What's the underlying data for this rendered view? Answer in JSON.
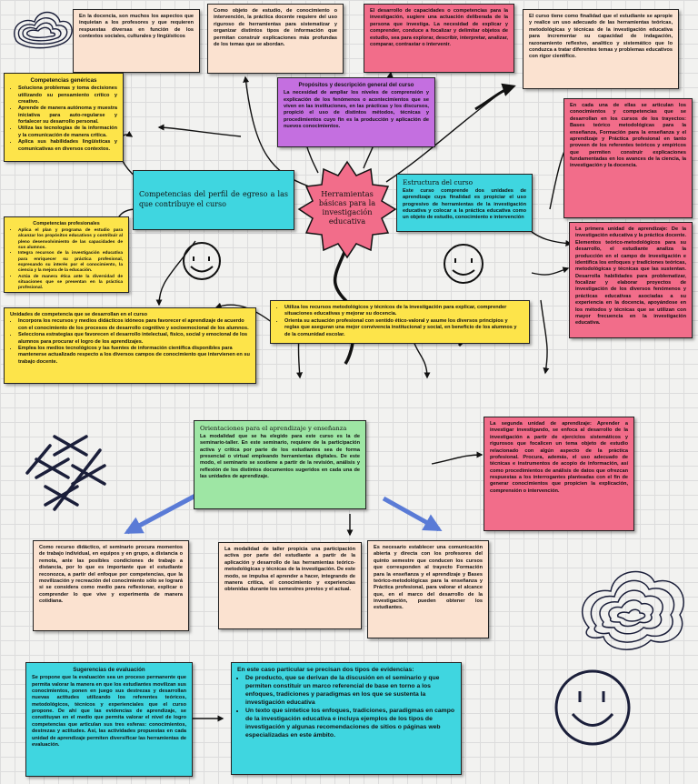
{
  "center_title": "Herramientas básicas para la investigación educativa",
  "boxes": {
    "docencia": "En la docencia, son muchos los aspectos que inquietan a los profesores y que requieren respuestas diversas en función de los contextos sociales, culturales y lingüísticos",
    "objeto_estudio": "Como objeto de estudio, de conocimiento o intervención, la práctica docente requiere del uso riguroso de herramientas para sistematizar y organizar distintos tipos de información que permitan construir explicaciones más profundas de los temas que se abordan.",
    "desarrollo_capacidades": "El desarrollo de capacidades o competencias para la investigación, sugiere una actuación deliberada de la persona que investiga. La necesidad de explicar y comprender, conduce a focalizar y delimitar objetos de estudio, sea para explorar, describir, interpretar, analizar, comparar, contrastar o intervenir.",
    "finalidad_curso": "El curso tiene como finalidad que el estudiante se apropie y realice un uso adecuado de las herramientas teóricas, metodológicas y técnicas de la investigación educativa para incrementar su capacidad de indagación, razonamiento reflexivo, analítico y sistemático que lo conduzca a tratar diferentes temas y problemas educativos con rigor científico.",
    "propositos_title": "Propósitos y descripción general del curso",
    "propositos_text": "La necesidad de ampliar los niveles de comprensión y explicación de los fenómenos o acontecimientos que se viven en las instituciones, en las prácticas y los discursos, propició el uso de distintos métodos, técnicas y procedimientos cuyo fin es la producción y aplicación de nuevos conocimientos.",
    "genericas_title": "Competencias genéricas",
    "genericas_items": [
      "Soluciona problemas y toma decisiones utilizando su pensamiento crítico y creativo.",
      "Aprende de manera autónoma y muestra iniciativa para auto-regularse y fortalecer su desarrollo personal.",
      "Utiliza las tecnologías de la información y la comunicación de manera crítica.",
      "Aplica sus habilidades lingüísticas y comunicativas en diversos contextos."
    ],
    "articulan": "En cada una de ellas se articulan los conocimientos y competencias que se desarrollan en los cursos de los trayectos: Bases teórico metodológicas para la enseñanza, Formación para la enseñanza y el aprendizaje y Práctica profesional en tanto proveen de los referentes teóricos y empíricos que permiten construir explicaciones fundamentadas en los avances de la ciencia, la investigación y la docencia.",
    "perfil_egreso": "Competencias del perfil de egreso a las que contribuye el curso",
    "estructura_title": "Estructura del curso",
    "estructura_text": "Este curso comprende dos unidades de aprendizaje cuya finalidad es propiciar el uso progresivo de herramientas de la investigación educativa y colocar a la práctica educativa como un objeto de estudio, conocimiento e intervención",
    "profesionales_title": "Competencias profesionales",
    "profesionales_items": [
      "Aplica el plan y programa de estudio para alcanzar los propósitos educativos y contribuir al pleno desenvolvimiento de las capacidades de sus alumnos.",
      "Integra recursos de la investigación educativa para enriquecer su práctica profesional, expresando su interés por el conocimiento, la ciencia y la mejora de la educación.",
      "Actúa de manera ética ante la diversidad de situaciones que se presentan en la práctica profesional."
    ],
    "primera_unidad": "La primera unidad de aprendizaje: De la investigación educativa y la práctica docente. Elementos teórico-metodológicos para su desarrollo, el estudiante analiza la producción en el campo de investigación e identifica los enfoques y tradiciones teóricas, metodológicas y técnicas que las sustentan. Desarrolla habilidades para problematizar, focalizar y elaborar proyectos de investigación de los diversos fenómenos y prácticas educativas asociadas a su experiencia en la docencia, apoyándose en los métodos y técnicas que se utilizan con mayor frecuencia en la investigación educativa.",
    "unidades_title": "Unidades de competencia que se desarrollan en el curso",
    "unidades_items": [
      "Incorpora los recursos y medios didácticos idóneos para favorecer el aprendizaje de acuerdo con el conocimiento de los procesos de desarrollo cognitivo y socioemocional de los alumnos.",
      "Selecciona estrategias que favorecen el desarrollo intelectual, físico, social y emocional de los alumnos para procurar el logro de los aprendizajes.",
      "Emplea los medios tecnológicos y las fuentes de información científica disponibles para mantenerse actualizado respecto a los diversos campos de conocimiento que intervienen en su trabajo docente."
    ],
    "utiliza_items": [
      "Utiliza los recursos metodológicos y técnicos de la investigación para explicar, comprender situaciones educativas y mejorar su docencia.",
      "Orienta su actuación profesional con sentido ético-valoral y asume los diversos principios y reglas que aseguran una mejor convivencia institucional y social, en beneficio de los alumnos y de la comunidad escolar."
    ],
    "orientaciones_title": "Orientaciones para el aprendizaje y enseñanza",
    "orientaciones_text": "La modalidad que se ha elegido para este curso es la de seminario-taller. En este seminario, requiere de la participación activa y crítica por parte de los estudiantes sea de forma presencial o virtual empleando herramientas digitales. De este modo, el seminario se sostiene a partir de la revisión, análisis y reflexión de los distintos documentos sugeridos en cada una de las unidades de aprendizaje.",
    "segunda_unidad": "La segunda unidad de aprendizaje: Aprender a investigar investigando, se enfoca al desarrollo de la investigación a partir de ejercicios sistemáticos y rigurosos que focalicen un tema objeto de estudio relacionado con algún aspecto de la práctica profesional. Procura, además, el uso adecuado de técnicas e instrumentos de acopio de información, así como procedimientos de análisis de datos que ofrezcan respuestas a los interrogantes planteadas con el fin de generar conocimientos que propicien la explicación, comprensión o intervención.",
    "recurso_didactico": "Como recurso didáctico, el seminario procura momentos de trabajo individual, en equipos y en grupo, a distancia o remota, ante las posibles condiciones de trabajo a distancia, por lo que es importante que el estudiante reconozca, a partir del enfoque por competencias, que la movilización y recreación del conocimiento sólo se logrará si se considera como medio para reflexionar, explicar o comprender lo que vive y experimenta de manera cotidiana.",
    "modalidad_taller": "La modalidad de taller propicia una participación activa por parte del estudiante a partir de la aplicación y desarrollo de las herramientas teórico-metodológicas y técnicas de la investigación. De este modo, se impulsa el aprender a hacer, integrando de manera crítica, el conocimiento y experiencias obtenidas durante los semestres previos y el actual.",
    "comunicacion": "Es necesario establecer una comunicación abierta y directa con los profesores del quinto semestre que conducen los cursos que corresponden al trayecto Formación para la enseñanza y el aprendizaje y Bases teórico-metodológicas para la enseñanza y Práctica profesional, para valorar el alcance que, en el marco del desarrollo de la investigación, pueden obtener los estudiantes.",
    "sugerencias_title": "Sugerencias de evaluación",
    "sugerencias_text": "Se propone que la evaluación sea un proceso permanente que permita valorar la manera en que los estudiantes movilizan sus conocimientos, ponen en juego sus destrezas y desarrollan nuevas actitudes utilizando los referentes teóricos, metodológicos, técnicos y experienciales que el curso propone. De ahí que las evidencias de aprendizaje, se constituyan en el medio que permita valorar el nivel de logro competencias que articulan sus tres esferas: conocimientos, destrezas y actitudes. Así, las actividades propuestas en cada unidad de aprendizaje permiten diversificar las herramientas de evaluación.",
    "evidencias_title": "En este caso particular se precisan dos tipos de evidencias:",
    "evidencias_items": [
      "De producto, que se derivan de la discusión en el seminario y que permiten constituir un marco referencial de base en torno a los enfoques, tradiciones y paradigmas en los que se sustenta la investigación educativa",
      "Un texto que sintetice los enfoques, tradiciones, paradigmas en campo de la investigación educativa e incluya ejemplos de los tipos de investigación y algunas recomendaciones de sitios o páginas web especializadas en este ámbito."
    ]
  },
  "icons": [
    "cloud-scribble-icon",
    "smiley-icon",
    "cross-hatch-icon",
    "arrow-icon"
  ]
}
